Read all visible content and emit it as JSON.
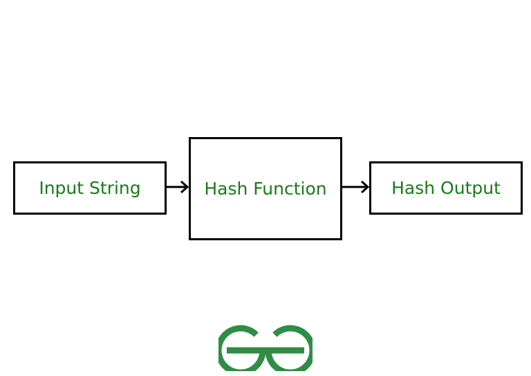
{
  "diagram": {
    "nodes": [
      {
        "id": "input",
        "label": "Input String"
      },
      {
        "id": "hash",
        "label": "Hash Function"
      },
      {
        "id": "output",
        "label": "Hash Output"
      }
    ],
    "edges": [
      {
        "from": "input",
        "to": "hash"
      },
      {
        "from": "hash",
        "to": "output"
      }
    ]
  },
  "colors": {
    "label_text": "#1a7a1a",
    "logo": "#2f8d46",
    "border": "#000000"
  },
  "logo": {
    "icon": "geeksforgeeks-logo-icon"
  }
}
